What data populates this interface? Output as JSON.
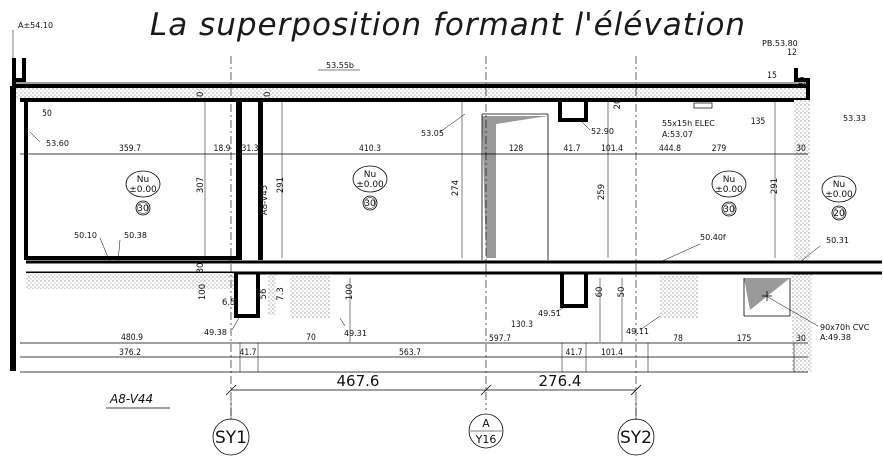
{
  "title": "La superposition formant l'élévation",
  "section_label": "A8-V44",
  "vertical_label": "A8-V45",
  "axes": [
    {
      "name": "SY1"
    },
    {
      "name": "A",
      "sub": "Y16"
    },
    {
      "name": "SY2"
    }
  ],
  "axis_dims": [
    "467.6",
    "276.4"
  ],
  "levels": {
    "top_left": "A±54.10",
    "roof": "53.55b",
    "right_top": "PB.53.80",
    "right_side": "53.33",
    "lvl_5360": "53.60",
    "lvl_5305": "53.05",
    "lvl_5290": "52.90",
    "lvl_5010": "50.10",
    "lvl_5038": "50.38",
    "lvl_5040": "50.40f",
    "lvl_5031": "50.31",
    "lvl_4938": "49.38",
    "lvl_4931": "49.31",
    "lvl_4951": "49.51",
    "lvl_4911": "49.11",
    "lvl_4038": "A:49.38"
  },
  "notes": {
    "elec": "55x15h ELEC",
    "elec_lvl": "A:53.07",
    "cvc": "90x70h CVC"
  },
  "rooms": [
    {
      "label": "Nu",
      "value": "±0.00",
      "circle": "30"
    },
    {
      "label": "Nu",
      "value": "±0.00",
      "circle": "30"
    },
    {
      "label": "Nu",
      "value": "±0.00",
      "circle": "30"
    },
    {
      "label": "Nu",
      "value": "±0.00",
      "circle": "20"
    }
  ],
  "dims_upper": [
    "359.7",
    "18.9",
    "31.3",
    "410.3",
    "128",
    "41.7",
    "101.4",
    "444.8",
    "279",
    "30",
    "135",
    "50",
    "12",
    "15"
  ],
  "dims_vertical": [
    "307",
    "20",
    "20",
    "291",
    "274",
    "259",
    "291",
    "20",
    "20"
  ],
  "dims_lower_row1": [
    "480.9",
    "70",
    "130.3",
    "597.7",
    "78",
    "175"
  ],
  "dims_lower_row2": [
    "376.2",
    "41.7",
    "563.7",
    "41.7",
    "101.4",
    "30"
  ],
  "dims_small": [
    "6.5",
    "56",
    "7.3",
    "100",
    "60",
    "50",
    "100",
    "30"
  ]
}
